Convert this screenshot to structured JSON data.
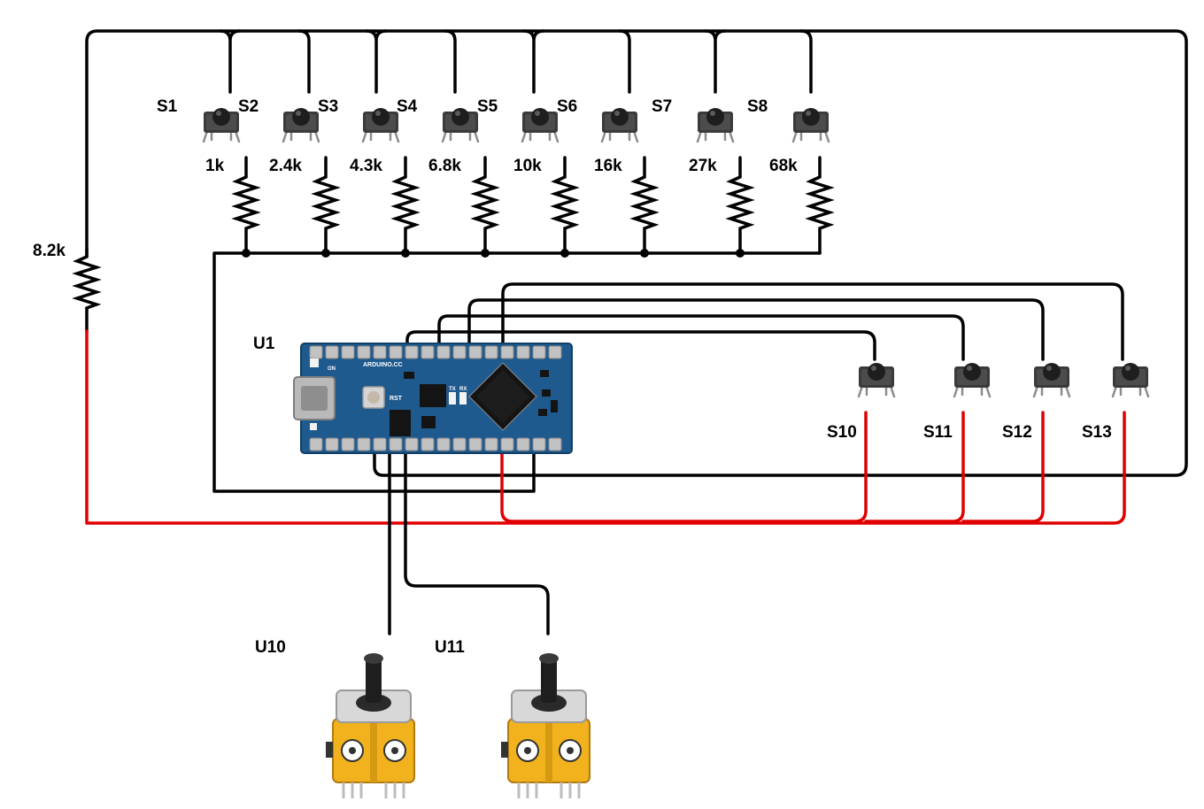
{
  "colors": {
    "wire": "#000000",
    "ground_wire": "#e00000",
    "board": "#1f5a8e",
    "joystick_body": "#f2b21e",
    "button_cap": "#2a2a2a"
  },
  "labels": {
    "resistor_top_left": "8.2k",
    "board": "U1",
    "joystick_left": "U10",
    "joystick_right": "U11"
  },
  "switches_top": [
    {
      "label": "S1",
      "resistor": "1k"
    },
    {
      "label": "S2",
      "resistor": "2.4k"
    },
    {
      "label": "S3",
      "resistor": "4.3k"
    },
    {
      "label": "S4",
      "resistor": "6.8k"
    },
    {
      "label": "S5",
      "resistor": "10k"
    },
    {
      "label": "S6",
      "resistor": "16k"
    },
    {
      "label": "S7",
      "resistor": "27k"
    },
    {
      "label": "S8",
      "resistor": "68k"
    }
  ],
  "switches_right": [
    {
      "label": "S10"
    },
    {
      "label": "S11"
    },
    {
      "label": "S12"
    },
    {
      "label": "S13"
    }
  ],
  "board_text": {
    "brand": "ARDUINO.CC",
    "reset": "RST",
    "power_led": "ON",
    "tx": "TX",
    "rx": "RX"
  }
}
